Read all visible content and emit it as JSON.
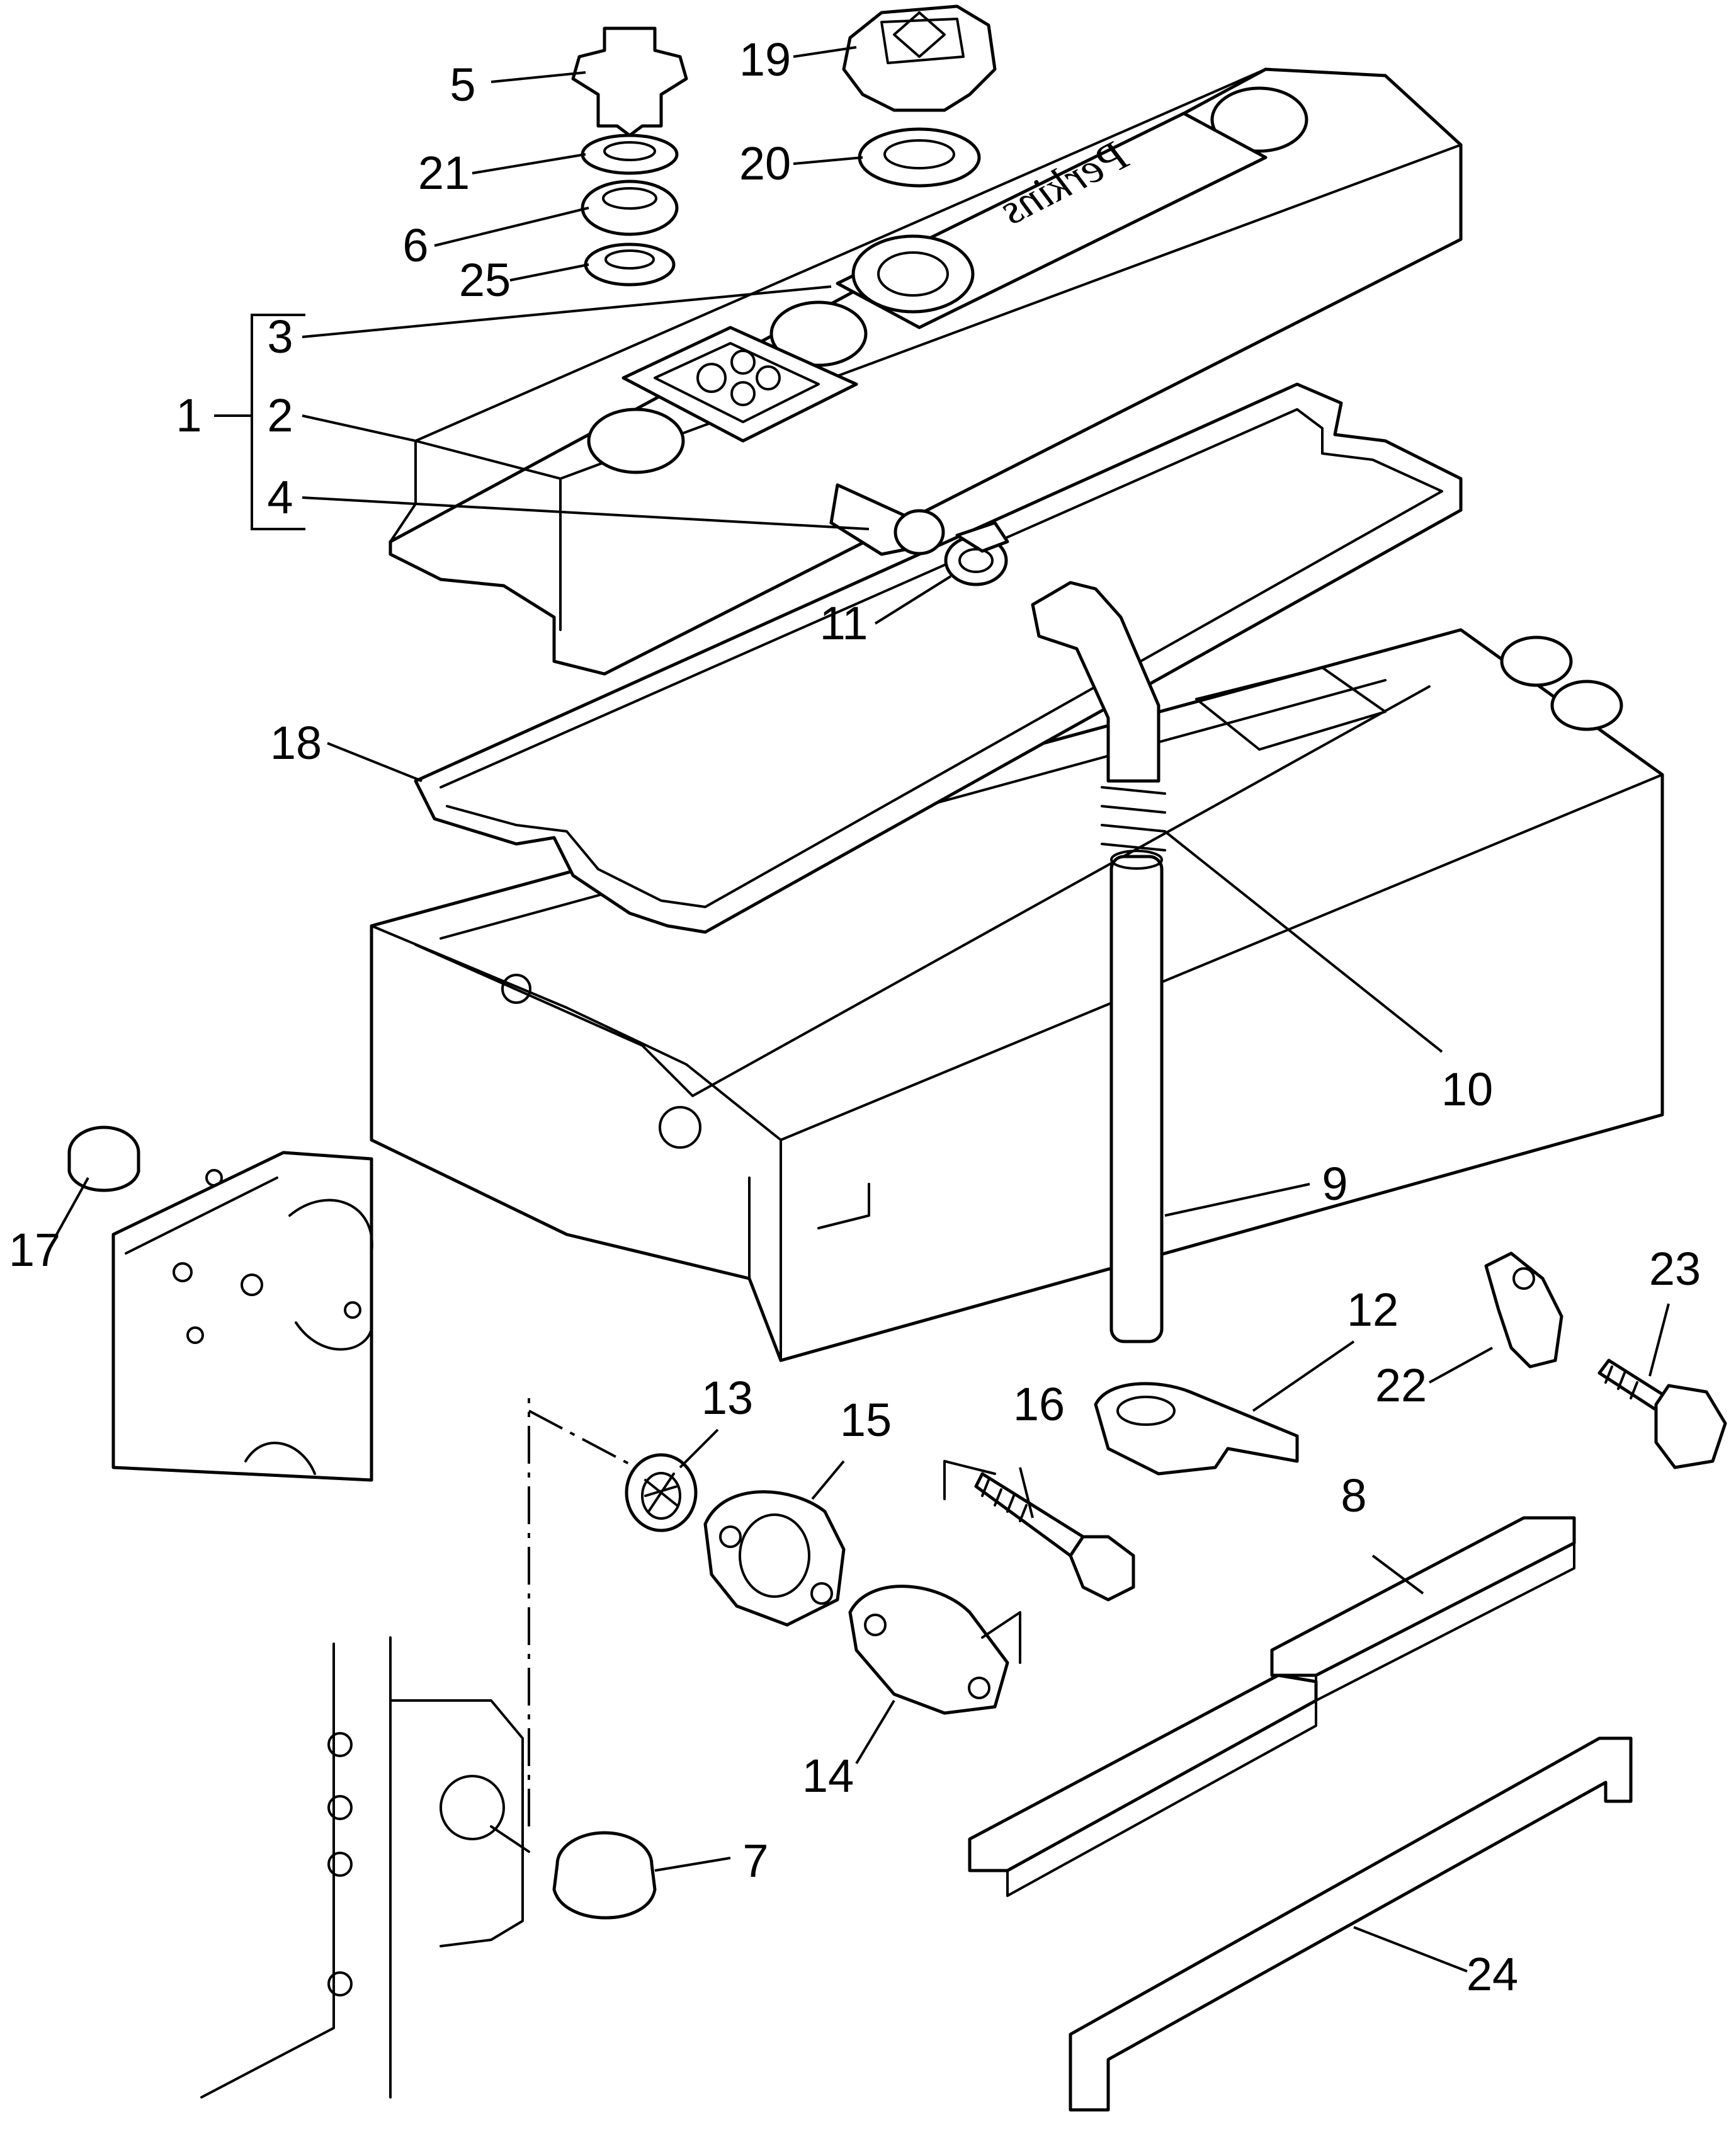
{
  "diagram": {
    "callouts": {
      "c1": "1",
      "c2": "2",
      "c3": "3",
      "c4": "4",
      "c5": "5",
      "c6": "6",
      "c7": "7",
      "c8": "8",
      "c9": "9",
      "c10": "10",
      "c11": "11",
      "c12": "12",
      "c13": "13",
      "c14": "14",
      "c15": "15",
      "c16": "16",
      "c17": "17",
      "c18": "18",
      "c19": "19",
      "c20": "20",
      "c21": "21",
      "c22": "22",
      "c23": "23",
      "c24": "24",
      "c25": "25"
    },
    "logo_text": "Perkins"
  }
}
